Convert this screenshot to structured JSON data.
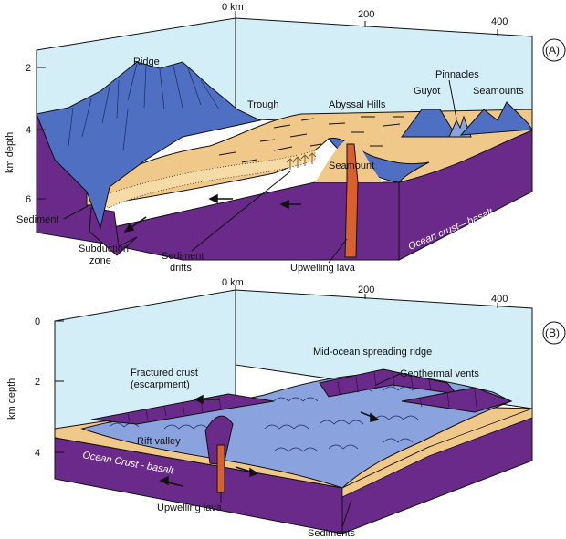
{
  "panel_a": {
    "label": "(A)",
    "x_ticks": [
      "0 km",
      "200",
      "400"
    ],
    "y_ticks": [
      "2",
      "4",
      "6"
    ],
    "y_axis_title": "km depth",
    "features": {
      "ridge": "Ridge",
      "trough": "Trough",
      "abyssal_hills": "Abyssal Hills",
      "guyot": "Guyot",
      "pinnacles": "Pinnacles",
      "seamounts": "Seamounts",
      "seamount": "Seamount",
      "sediment": "Sediment",
      "subduction_zone_1": "Subduction",
      "subduction_zone_2": "zone",
      "sediment_drifts_1": "Sediment",
      "sediment_drifts_2": "drifts",
      "upwelling_lava": "Upwelling lava",
      "ocean_crust": "Ocean crust—basalt"
    }
  },
  "panel_b": {
    "label": "(B)",
    "x_ticks": [
      "0 km",
      "200",
      "400"
    ],
    "y_ticks": [
      "0",
      "2",
      "4"
    ],
    "y_axis_title": "km depth",
    "features": {
      "mid_ocean_ridge": "Mid-ocean spreading ridge",
      "fractured_crust_1": "Fractured crust",
      "fractured_crust_2": "(escarpment)",
      "geothermal_vents": "Geothermal vents",
      "rift_valley": "Rift valley",
      "ocean_crust": "Ocean Crust - basalt",
      "upwelling_lava": "Upwelling lava",
      "sediments": "Sediments"
    }
  },
  "colors": {
    "water": "#d4eef8",
    "crust_purple": "#6a2a8a",
    "crust_purple_dark": "#4e1c69",
    "ridge_blue": "#4f6fc2",
    "lava_blue": "#8aa2de",
    "sediment_tan": "#f0c98a",
    "sediment_dark": "#d9a764",
    "lava_orange": "#d9602d"
  }
}
